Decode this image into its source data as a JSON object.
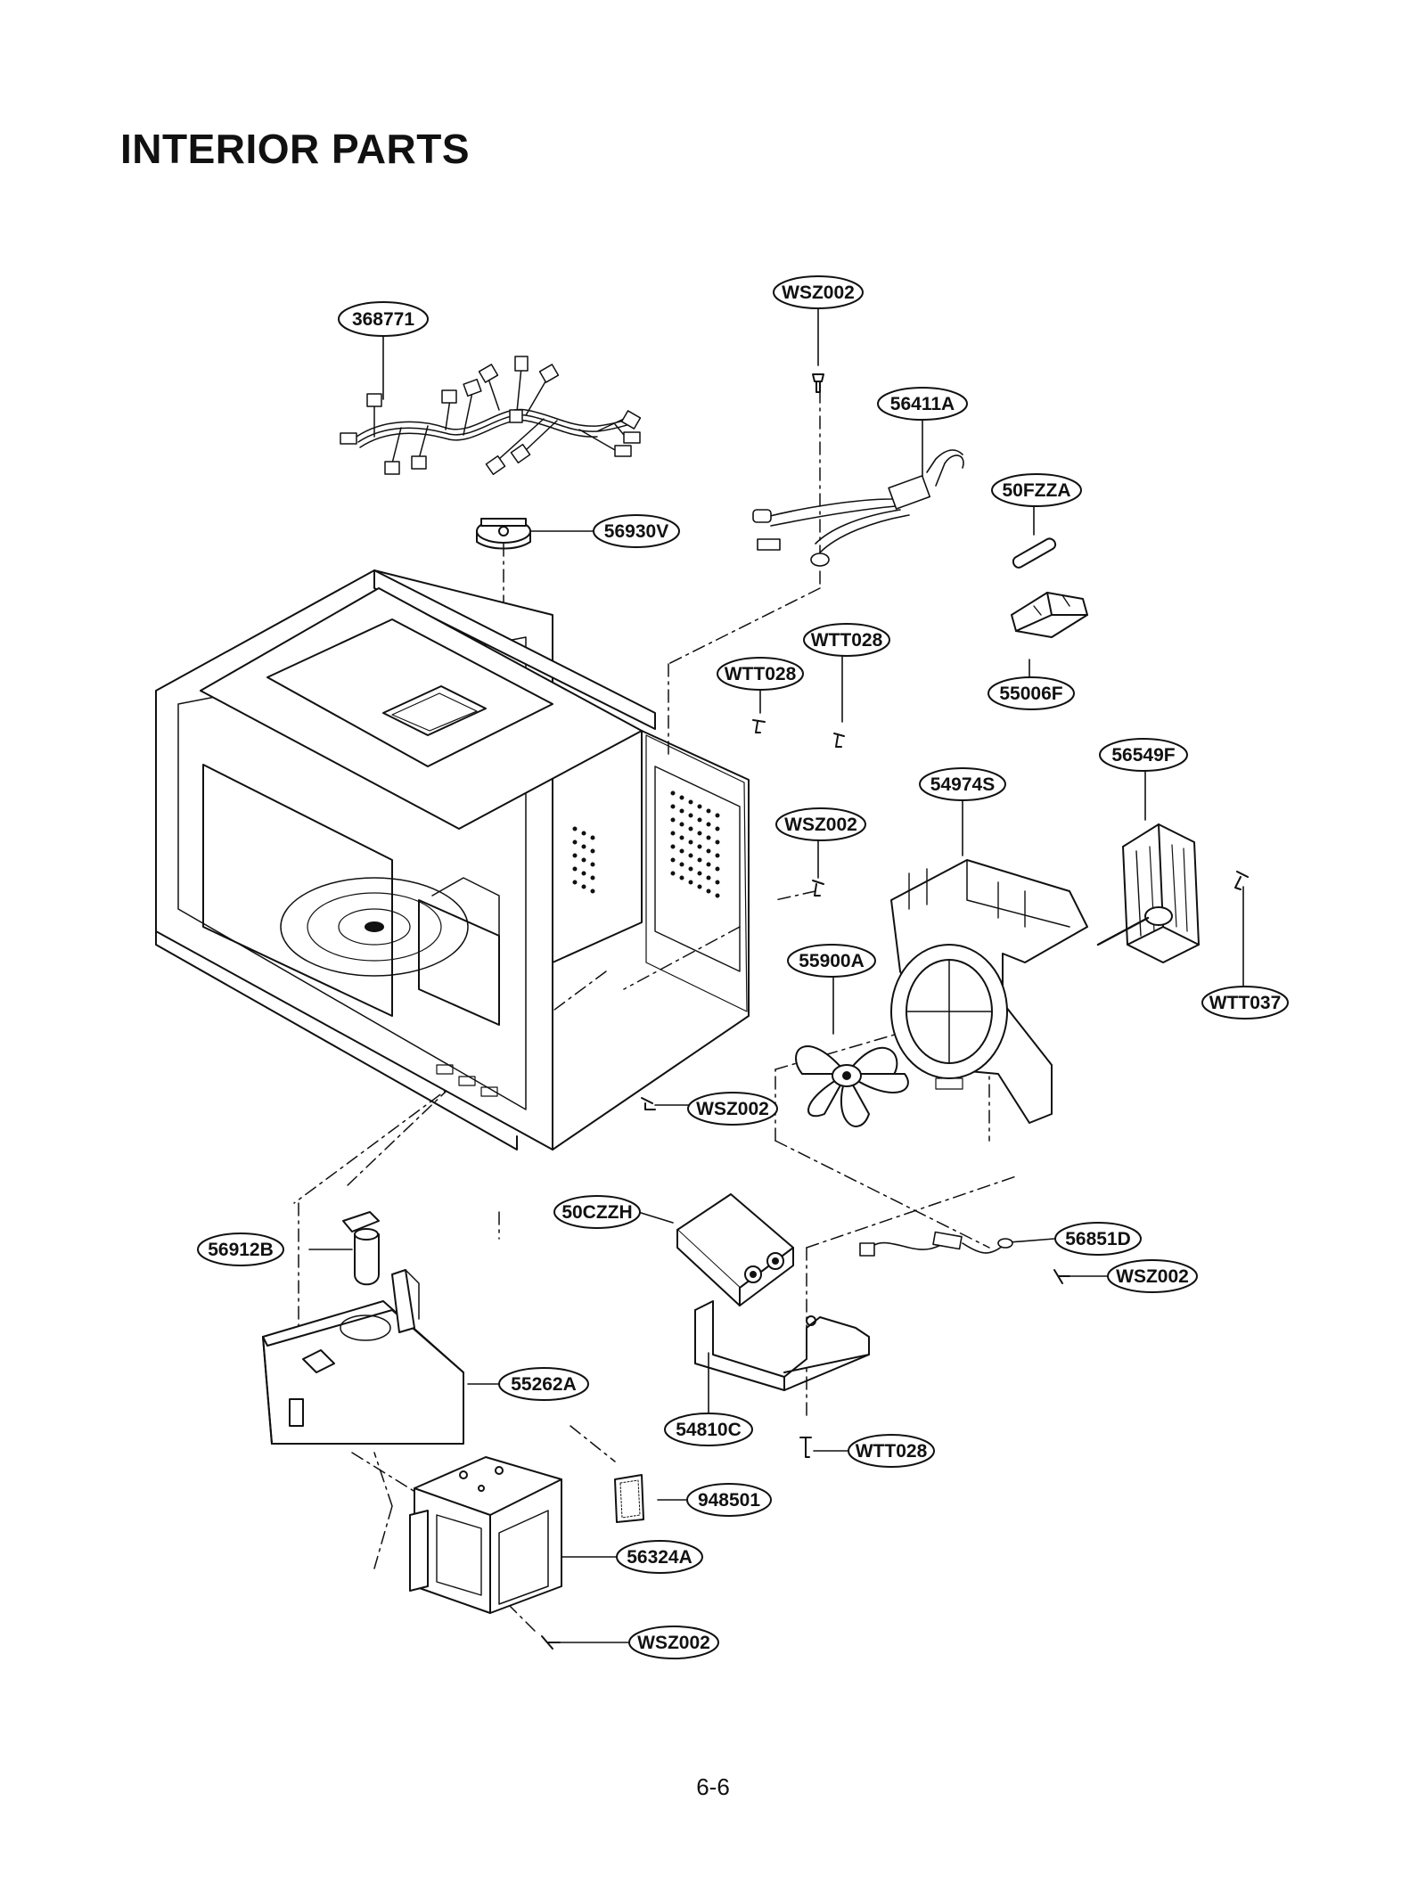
{
  "page": {
    "title": "INTERIOR PARTS",
    "page_number": "6-6"
  },
  "parts": [
    {
      "id": "harness",
      "icon": "wire-harness-icon",
      "label": "368771"
    },
    {
      "id": "screw-top",
      "icon": "screw-icon",
      "label": "WSZ002"
    },
    {
      "id": "wire-assembly",
      "icon": "wire-assembly-icon",
      "label": "56411A"
    },
    {
      "id": "fuse",
      "icon": "fuse-icon",
      "label": "50FZZA"
    },
    {
      "id": "thermostat",
      "icon": "thermostat-icon",
      "label": "56930V"
    },
    {
      "id": "fuse-holder",
      "icon": "fuse-holder-icon",
      "label": "55006F"
    },
    {
      "id": "screw-wtt-1",
      "icon": "screw-icon",
      "label": "WTT028"
    },
    {
      "id": "screw-wtt-2",
      "icon": "screw-icon",
      "label": "WTT028"
    },
    {
      "id": "fan-motor",
      "icon": "fan-motor-icon",
      "label": "56549F"
    },
    {
      "id": "fan-bracket",
      "icon": "fan-bracket-icon",
      "label": "54974S"
    },
    {
      "id": "screw-mid",
      "icon": "screw-icon",
      "label": "WSZ002"
    },
    {
      "id": "fan-blade",
      "icon": "fan-blade-icon",
      "label": "55900A"
    },
    {
      "id": "screw-wtt037",
      "icon": "screw-icon",
      "label": "WTT037"
    },
    {
      "id": "screw-cavity",
      "icon": "screw-icon",
      "label": "WSZ002"
    },
    {
      "id": "capacitor",
      "icon": "capacitor-icon",
      "label": "50CZZH"
    },
    {
      "id": "lamp-socket",
      "icon": "lamp-socket-icon",
      "label": "56912B"
    },
    {
      "id": "diode",
      "icon": "diode-icon",
      "label": "56851D"
    },
    {
      "id": "screw-diode",
      "icon": "screw-icon",
      "label": "WSZ002"
    },
    {
      "id": "air-guide",
      "icon": "air-guide-icon",
      "label": "55262A"
    },
    {
      "id": "capacitor-bracket",
      "icon": "bracket-icon",
      "label": "54810C"
    },
    {
      "id": "screw-bracket",
      "icon": "screw-icon",
      "label": "WTT028"
    },
    {
      "id": "gasket",
      "icon": "gasket-icon",
      "label": "948501"
    },
    {
      "id": "magnetron",
      "icon": "magnetron-icon",
      "label": "56324A"
    },
    {
      "id": "screw-magnetron",
      "icon": "screw-icon",
      "label": "WSZ002"
    }
  ],
  "main_assembly": {
    "icon": "oven-cavity-icon"
  }
}
